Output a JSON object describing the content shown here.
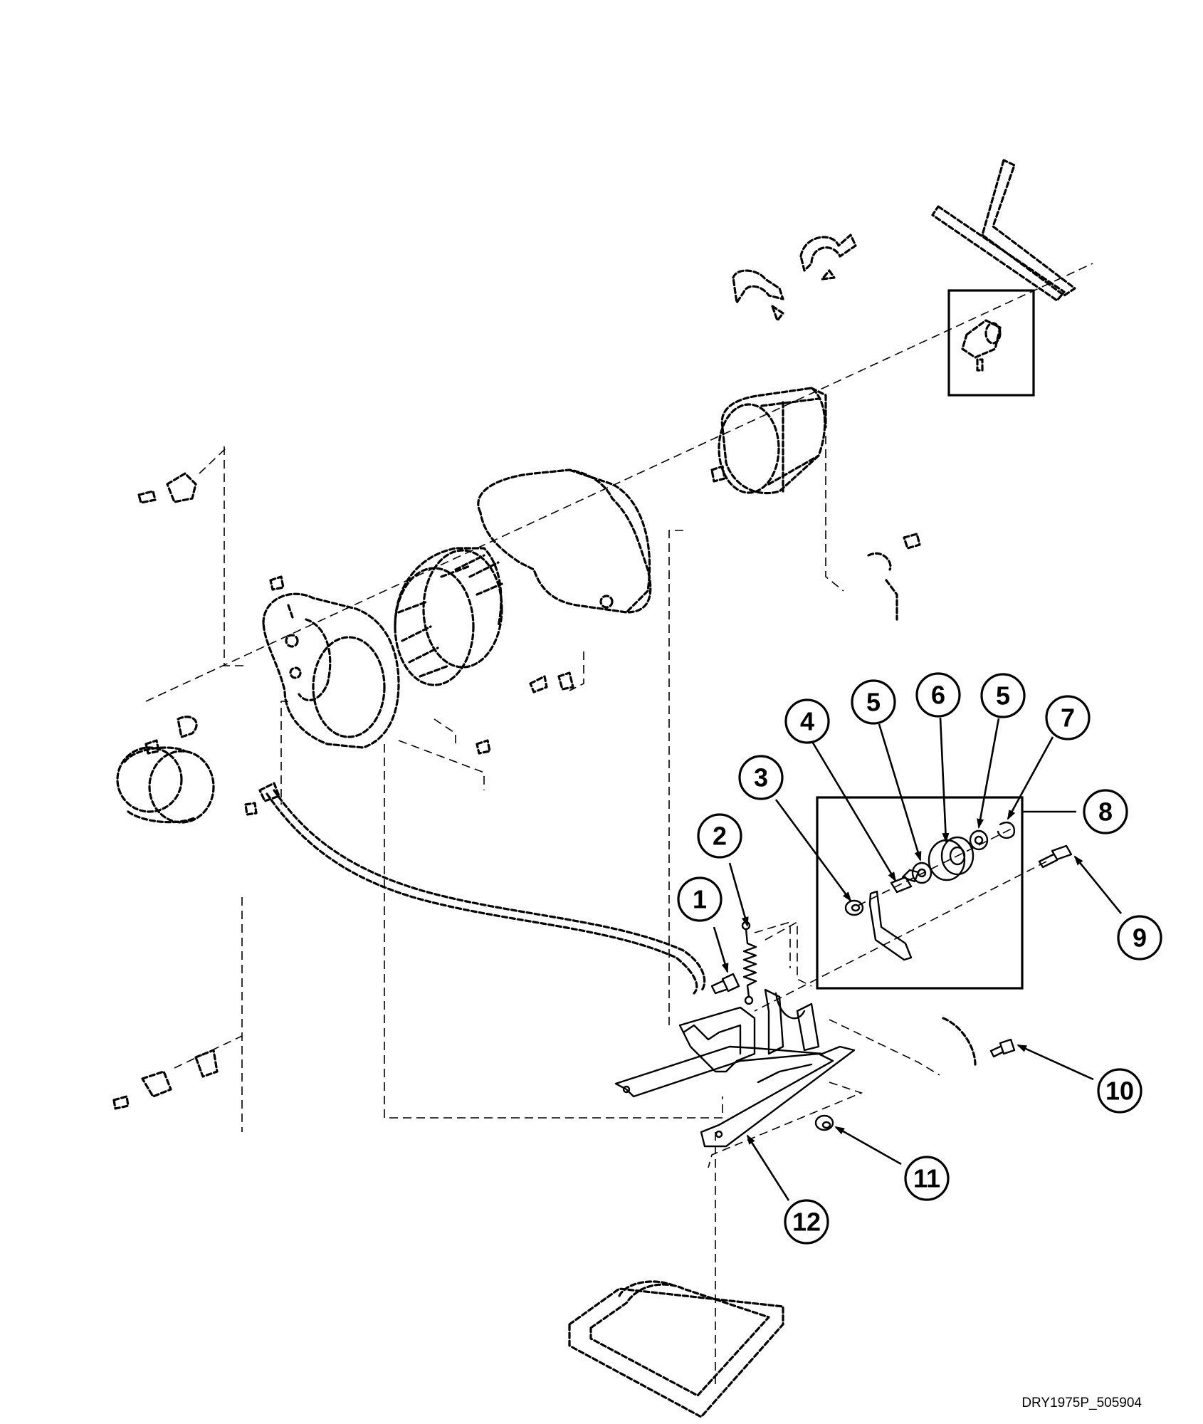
{
  "diagram": {
    "callouts": [
      {
        "id": "c1",
        "label": "1"
      },
      {
        "id": "c2",
        "label": "2"
      },
      {
        "id": "c3",
        "label": "3"
      },
      {
        "id": "c4",
        "label": "4"
      },
      {
        "id": "c5a",
        "label": "5"
      },
      {
        "id": "c6",
        "label": "6"
      },
      {
        "id": "c5b",
        "label": "5"
      },
      {
        "id": "c7",
        "label": "7"
      },
      {
        "id": "c8",
        "label": "8"
      },
      {
        "id": "c9",
        "label": "9"
      },
      {
        "id": "c10",
        "label": "10"
      },
      {
        "id": "c11",
        "label": "11"
      },
      {
        "id": "c12",
        "label": "12"
      }
    ]
  },
  "footer": {
    "drawing_id": "DRY1975P_505904"
  }
}
